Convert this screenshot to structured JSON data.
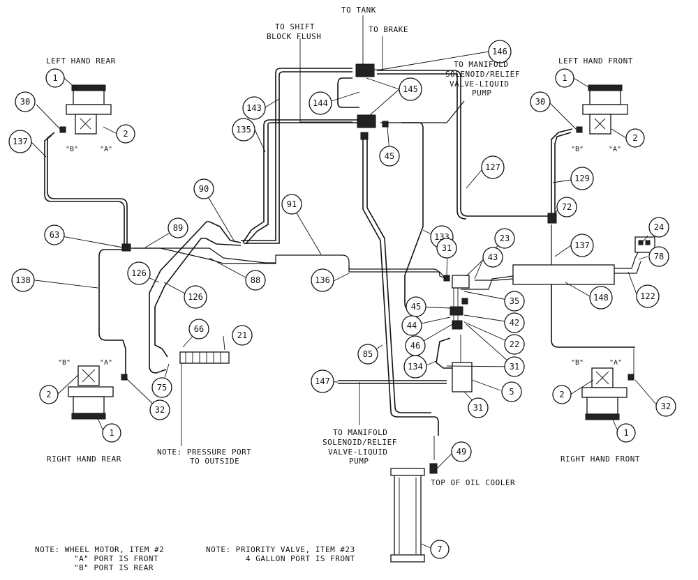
{
  "labels": {
    "lhr": "LEFT HAND REAR",
    "lhf": "LEFT HAND FRONT",
    "rhr": "RIGHT HAND REAR",
    "rhf": "RIGHT HAND FRONT",
    "to_tank": "TO TANK",
    "to_brake": "TO BRAKE",
    "to_shift_1": "TO SHIFT",
    "to_shift_2": "BLOCK FLUSH",
    "to_manifold_top_1": "TO MANIFOLD",
    "to_manifold_top_2": "SOLENOID/RELIEF",
    "to_manifold_top_3": "VALVE-LIQUID",
    "to_manifold_top_4": "PUMP",
    "to_manifold_bot_1": "TO MANIFOLD",
    "to_manifold_bot_2": "SOLENOID/RELIEF",
    "to_manifold_bot_3": "VALVE-LIQUID",
    "to_manifold_bot_4": "PUMP",
    "pressure_note_1": "NOTE: PRESSURE PORT",
    "pressure_note_2": "TO OUTSIDE",
    "oil_cooler": "TOP OF OIL COOLER",
    "note_wheel_1": "NOTE:  WHEEL MOTOR, ITEM #2",
    "note_wheel_2": "\"A\" PORT IS FRONT",
    "note_wheel_3": "\"B\" PORT IS REAR",
    "note_priority_1": "NOTE:  PRIORITY VALVE, ITEM #23",
    "note_priority_2": "4 GALLON PORT IS FRONT"
  },
  "ports": {
    "a": "\"A\"",
    "b": "\"B\""
  },
  "callouts": {
    "c1_lhr": "1",
    "c2_lhr": "2",
    "c30_lhr": "30",
    "c137_lhr": "137",
    "c1_lhf": "1",
    "c2_lhf": "2",
    "c30_lhf": "30",
    "c129": "129",
    "c72": "72",
    "c137_f": "137",
    "c24": "24",
    "c78": "78",
    "c122": "122",
    "c148": "148",
    "c146": "146",
    "c145": "145",
    "c144": "144",
    "c143": "143",
    "c135": "135",
    "c45_top": "45",
    "c127": "127",
    "c90": "90",
    "c91": "91",
    "c89": "89",
    "c63": "63",
    "c88": "88",
    "c126a": "126",
    "c126b": "126",
    "c138": "138",
    "c136": "136",
    "c133": "133",
    "c31a": "31",
    "c23": "23",
    "c43": "43",
    "c35": "35",
    "c45_mid": "45",
    "c42": "42",
    "c44": "44",
    "c46": "46",
    "c22": "22",
    "c31b": "31",
    "c134": "134",
    "c85": "85",
    "c66": "66",
    "c21": "21",
    "c75": "75",
    "c2_rhr": "2",
    "c32_rhr": "32",
    "c1_rhr": "1",
    "c147": "147",
    "c5": "5",
    "c31c": "31",
    "c49": "49",
    "c7": "7",
    "c2_rhf": "2",
    "c32_rhf": "32",
    "c1_rhf": "1"
  }
}
